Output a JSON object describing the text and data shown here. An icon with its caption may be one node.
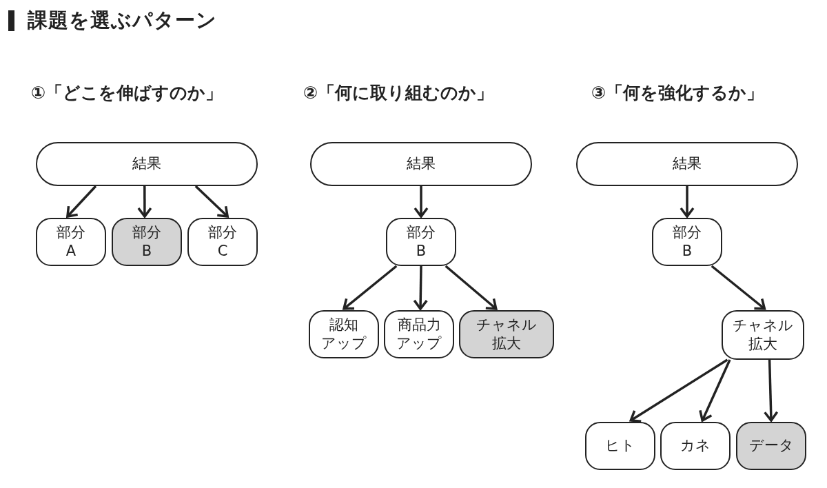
{
  "diagram": {
    "title": "課題を選ぶパターン",
    "nodes": [
      {
        "text": [
          "結果"
        ]
      },
      {
        "text": [
          "部分A"
        ]
      },
      {
        "text": [
          "部分B"
        ]
      },
      {
        "text": [
          "部分C"
        ]
      },
      {
        "text": [
          "結果"
        ]
      },
      {
        "text": [
          "部分B"
        ]
      },
      {
        "text": [
          "認知アップ"
        ]
      },
      {
        "text": [
          "商品力アップ"
        ]
      },
      {
        "text": [
          "チャネル拡大"
        ]
      },
      {
        "text": [
          "結果"
        ]
      },
      {
        "text": [
          "部分B"
        ]
      },
      {
        "text": [
          "チャネル拡大"
        ]
      },
      {
        "text": [
          "ヒト"
        ]
      },
      {
        "text": [
          "カネ"
        ]
      },
      {
        "text": [
          "データ"
        ]
      }
    ],
    "edges": [
      {
        "from": 0,
        "to": 1,
        "arrow": "to"
      },
      {
        "from": 0,
        "to": 2,
        "arrow": "to"
      },
      {
        "from": 0,
        "to": 3,
        "arrow": "to"
      },
      {
        "from": 4,
        "to": 5,
        "arrow": "to"
      },
      {
        "from": 5,
        "to": 6,
        "arrow": "to"
      },
      {
        "from": 5,
        "to": 7,
        "arrow": "to"
      },
      {
        "from": 5,
        "to": 8,
        "arrow": "to"
      },
      {
        "from": 9,
        "to": 10,
        "arrow": "to"
      },
      {
        "from": 10,
        "to": 11,
        "arrow": "to"
      },
      {
        "from": 11,
        "to": 12,
        "arrow": "to"
      },
      {
        "from": 11,
        "to": 13,
        "arrow": "to"
      },
      {
        "from": 11,
        "to": 14,
        "arrow": "to"
      }
    ],
    "labels": [
      "①「どこを伸ばすのか」",
      "②「何に取り組むのか」",
      "③「何を強化するか」"
    ]
  }
}
